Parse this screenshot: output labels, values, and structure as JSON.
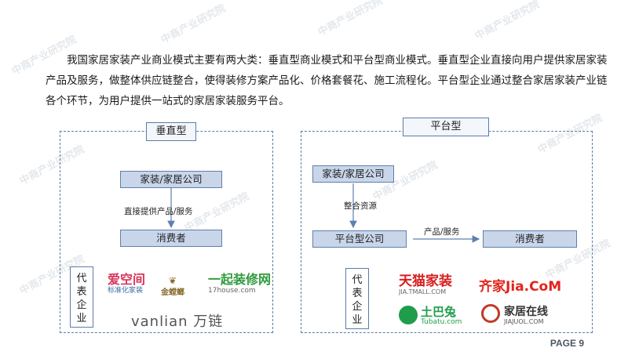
{
  "intro_text": "我国家居家装产业商业模式主要有两大类：垂直型商业模式和平台型商业模式。垂直型企业直接向用户提供家居家装产品及服务，做整体供应链整合，使得装修方案产品化、价格套餐花、施工流程化。平台型企业通过整合家居家装产业链各个环节，为用户提供一站式的家居家装服务平台。",
  "watermark": "中商产业研究院",
  "vertical": {
    "title": "垂直型",
    "company": "家装/家居公司",
    "edge_label": "直接提供产品/服务",
    "consumer": "消费者",
    "rep_label": [
      "代",
      "表",
      "企",
      "业"
    ],
    "logos": [
      {
        "name": "爱空间",
        "sub": "标准化家装",
        "color": "#d9345a"
      },
      {
        "name": "金螳螂",
        "sub": "",
        "color": "#8a6a2e"
      },
      {
        "name": "一起装修网",
        "sub": "17house.com",
        "color": "#2f9a3c"
      },
      {
        "name": "vanlian 万链",
        "sub": "",
        "color": "#555555"
      }
    ]
  },
  "platform": {
    "title": "平台型",
    "company": "家装/家居公司",
    "edge_label_1": "整合资源",
    "platform_company": "平台型公司",
    "edge_label_2": "产品/服务",
    "consumer": "消费者",
    "rep_label": [
      "代",
      "表",
      "企",
      "业"
    ],
    "logos": [
      {
        "name": "天猫家装",
        "sub": "JIA.TMALL.COM",
        "color": "#d81e1e"
      },
      {
        "name": "齐家Jia.CoM",
        "sub": "",
        "color": "#e2231a"
      },
      {
        "name": "土巴兔",
        "sub": "Tubatu.com",
        "color": "#1f9d4a"
      },
      {
        "name": "家居在线",
        "sub": "JIAJUOL.COM",
        "color": "#c0392b"
      }
    ]
  },
  "page_number": "PAGE 9"
}
